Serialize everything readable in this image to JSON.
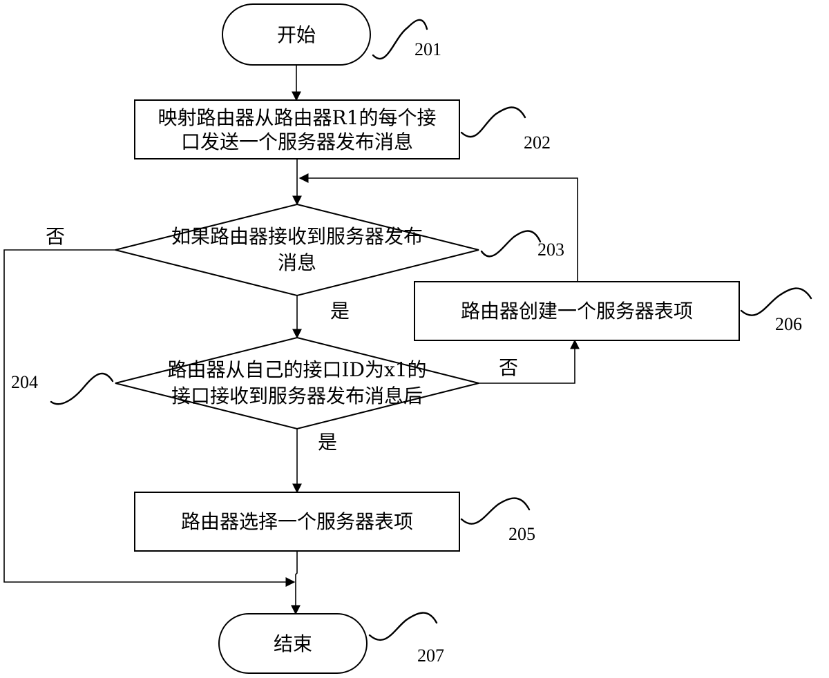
{
  "nodes": {
    "start": {
      "text": "开始",
      "ref": "201"
    },
    "send": {
      "line1": "映射路由器从路由器R1的每个接",
      "line2": "口发送一个服务器发布消息",
      "ref": "202"
    },
    "receive_check": {
      "line1": "如果路由器接收到服务器发布",
      "line2": "消息",
      "ref": "203"
    },
    "interface_check": {
      "line1": "路由器从自己的接口ID为x1的",
      "line2": "接口接收到服务器发布消息后",
      "ref": "204"
    },
    "select": {
      "text": "路由器选择一个服务器表项",
      "ref": "205"
    },
    "create": {
      "text": "路由器创建一个服务器表项",
      "ref": "206"
    },
    "end": {
      "text": "结束",
      "ref": "207"
    }
  },
  "edges": {
    "receive_no": "否",
    "receive_yes": "是",
    "interface_no": "否",
    "interface_yes": "是"
  }
}
